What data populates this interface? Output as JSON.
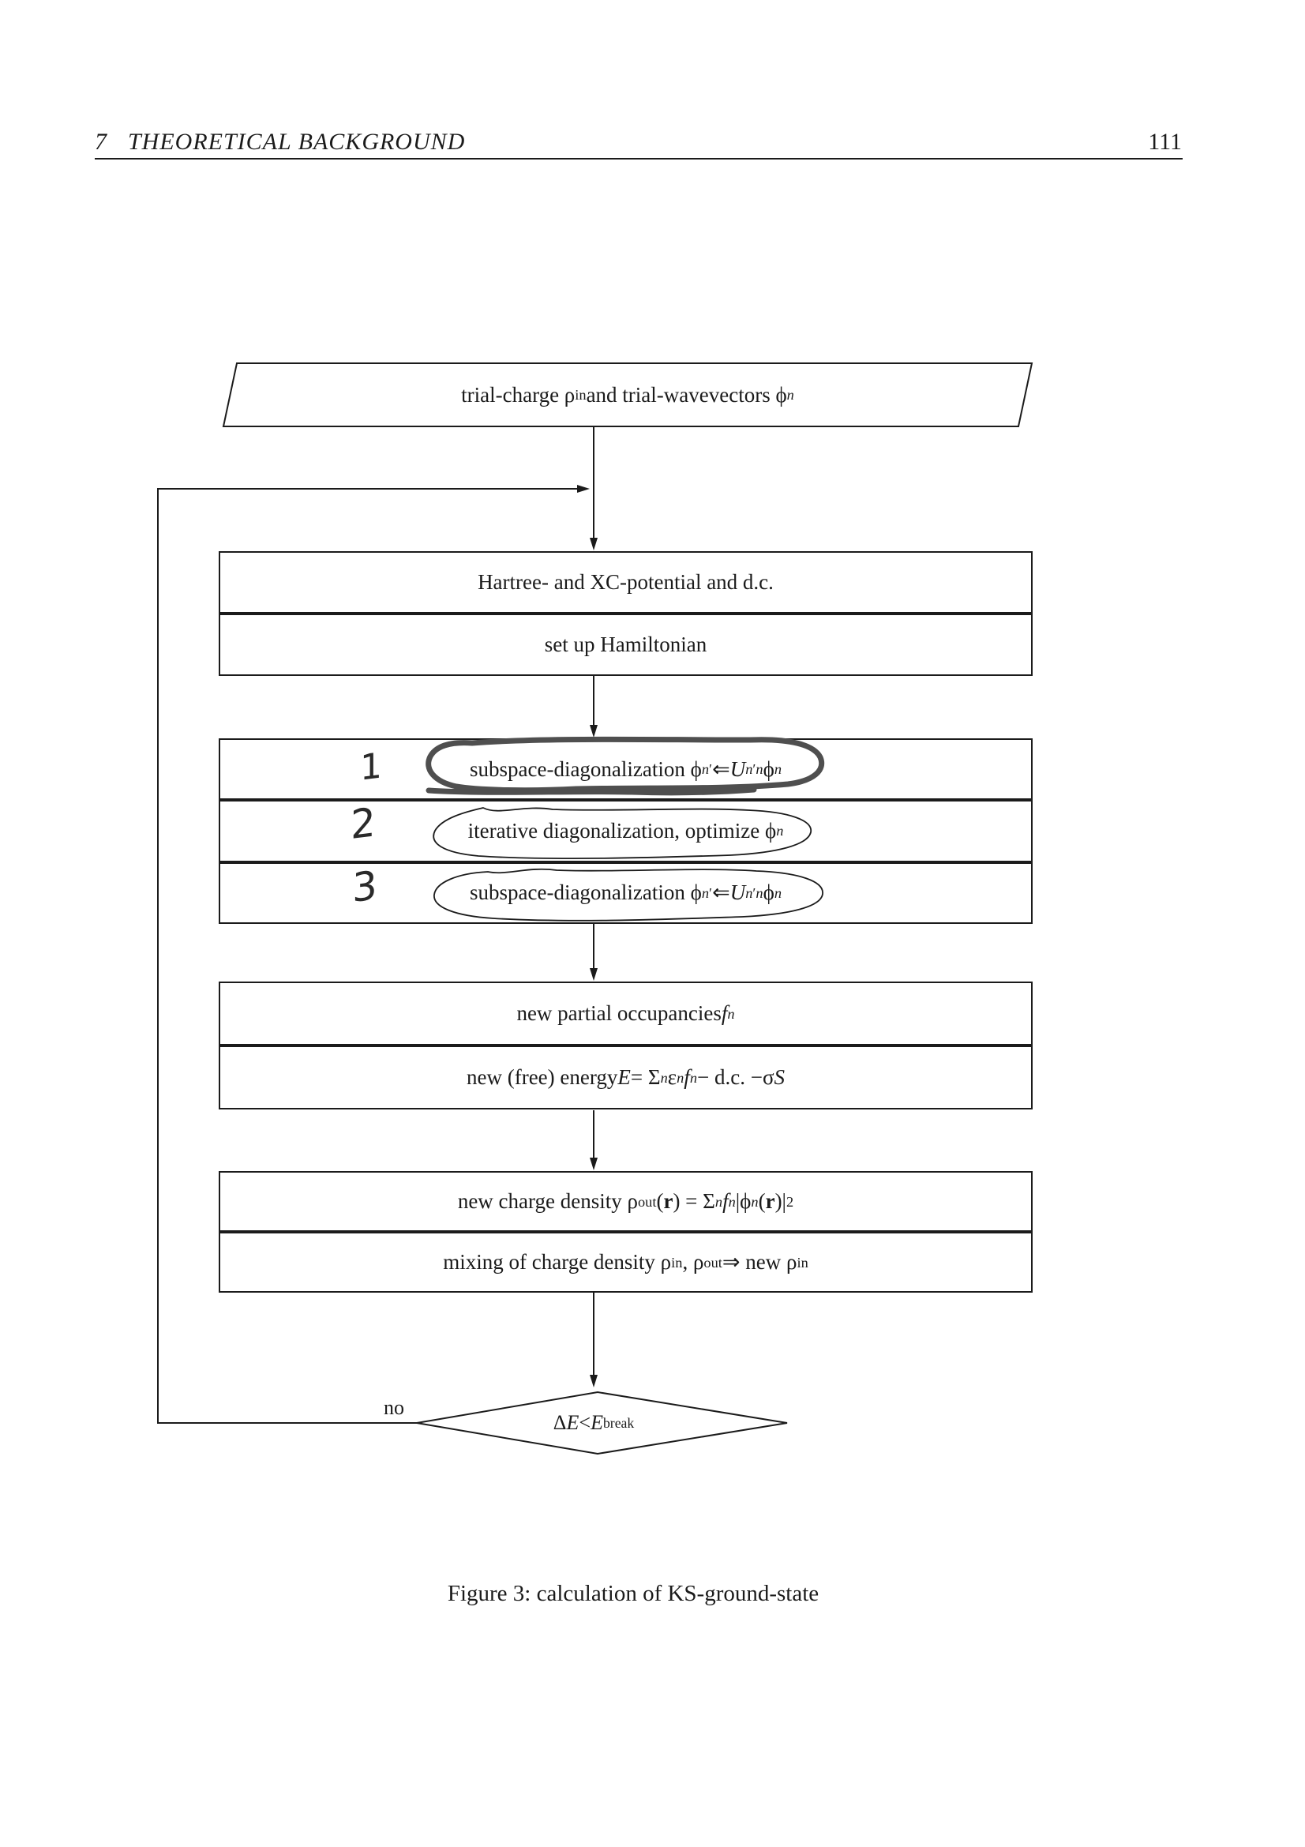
{
  "header": {
    "section_number": "7",
    "section_title": "THEORETICAL BACKGROUND",
    "page_number": "111"
  },
  "flowchart": {
    "start_parallelogram": "trial-charge ρ<sub>in</sub> and trial-wavevectors ϕ<sub><i>n</i></sub>",
    "potential_box": {
      "row1": "Hartree- and XC-potential and d.c.",
      "row2": "set up Hamiltonian"
    },
    "diagonalization_box": {
      "row1": "subspace-diagonalization ϕ<sub><i>n</i>′</sub> ⇐ <i>U</i><sub><i>n</i>′<i>n</i></sub>ϕ<sub><i>n</i></sub>",
      "row2": "iterative diagonalization, optimize ϕ<sub><i>n</i></sub>",
      "row3": "subspace-diagonalization ϕ<sub><i>n</i>′</sub> ⇐ <i>U</i><sub><i>n</i>′<i>n</i></sub>ϕ<sub><i>n</i></sub>",
      "annotations": {
        "step1": "1",
        "step2": "2",
        "step3": "3"
      }
    },
    "occupancy_box": {
      "row1": "new partial occupancies <i>f</i><sub><i>n</i></sub>",
      "row2": "new (free) energy <i>E</i> = Σ<sub><i>n</i></sub> ε<sub><i>n</i></sub><i>f</i><sub><i>n</i></sub> − d.c. −σ<i>S</i>"
    },
    "charge_box": {
      "row1": "new charge density ρ<sub>out</sub>(<b>r</b>) = Σ<sub><i>n</i></sub> <i>f</i><sub><i>n</i></sub>|ϕ<sub><i>n</i></sub>(<b>r</b>)|<sup>2</sup>",
      "row2": "mixing of charge density ρ<sub>in</sub>, ρ<sub>out</sub> ⇒ new ρ<sub>in</sub>"
    },
    "decision": "Δ<i>E</i> &lt; <i>E</i><sub>break</sub>",
    "no_label": "no"
  },
  "caption": "Figure 3: calculation of KS-ground-state",
  "colors": {
    "ink": "#1b1b1b",
    "marker_annotation": "#4f4f4f",
    "paper": "#ffffff"
  }
}
